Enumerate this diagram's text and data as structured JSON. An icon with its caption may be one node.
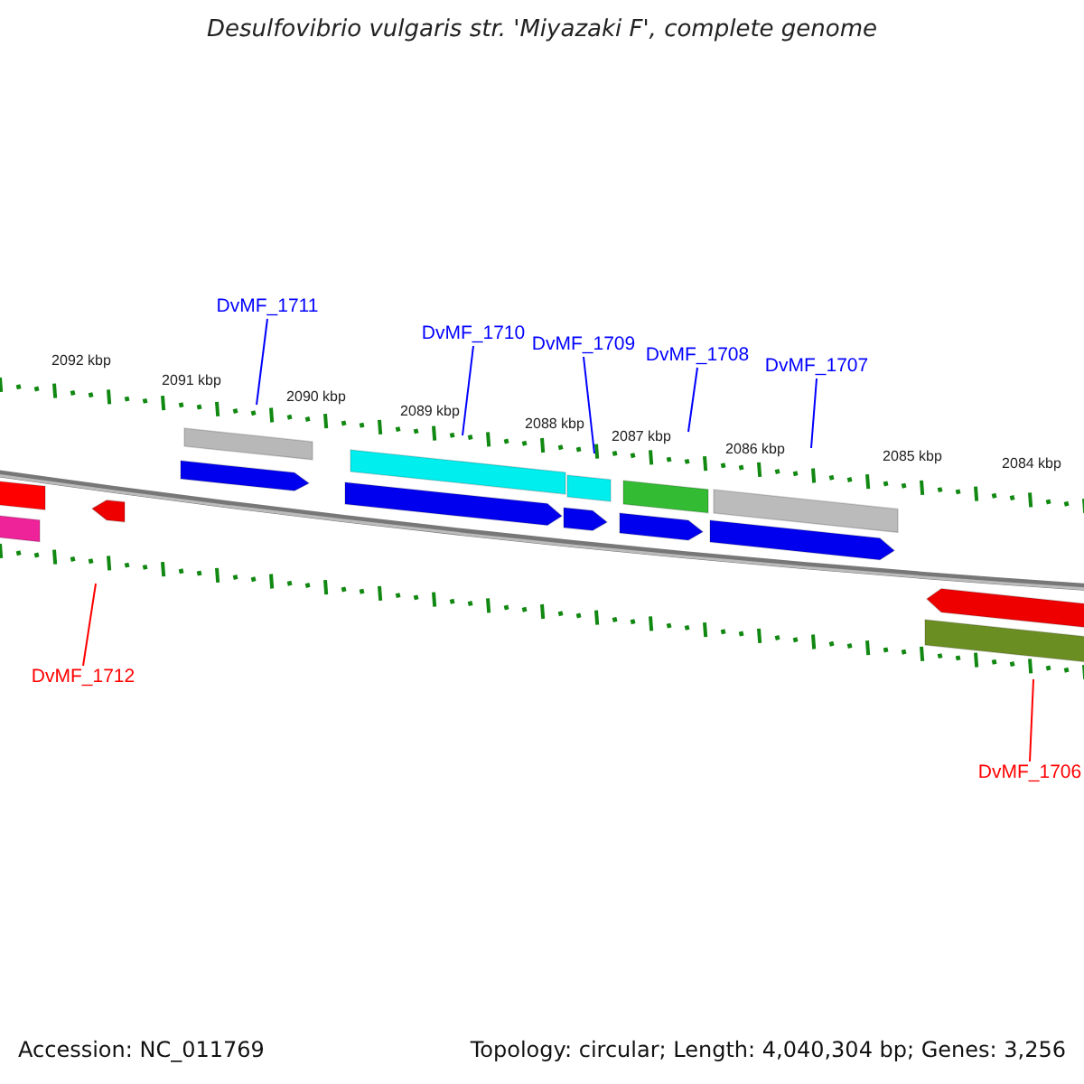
{
  "diagram": {
    "title": "Desulfovibrio vulgaris str. 'Miyazaki F', complete genome",
    "nodes": [
      {
        "text": [
          "DvMF_1711"
        ]
      },
      {
        "text": [
          "DvMF_1710"
        ]
      },
      {
        "text": [
          "DvMF_1709"
        ]
      },
      {
        "text": [
          "DvMF_1708"
        ]
      },
      {
        "text": [
          "DvMF_1707"
        ]
      },
      {
        "text": [
          "DvMF_1712"
        ]
      },
      {
        "text": [
          "DvMF_1706"
        ]
      }
    ],
    "edges": [
      {
        "from": 0,
        "to": null,
        "arrow": "none"
      },
      {
        "from": 1,
        "to": null,
        "arrow": "none"
      },
      {
        "from": 2,
        "to": null,
        "arrow": "none"
      },
      {
        "from": 3,
        "to": null,
        "arrow": "none"
      },
      {
        "from": 4,
        "to": null,
        "arrow": "none"
      },
      {
        "from": 5,
        "to": null,
        "arrow": "none",
        "color": "#ff0000"
      },
      {
        "from": 6,
        "to": null,
        "arrow": "none",
        "color": "#ff0000"
      }
    ],
    "labels": [
      "2092 kbp",
      "2091 kbp",
      "2090 kbp",
      "2089 kbp",
      "2088 kbp",
      "2087 kbp",
      "2086 kbp",
      "2085 kbp",
      "2084 kbp",
      "Accession: NC_011769",
      "Topology: circular; Length: 4,040,304 bp; Genes: 3,256"
    ]
  }
}
